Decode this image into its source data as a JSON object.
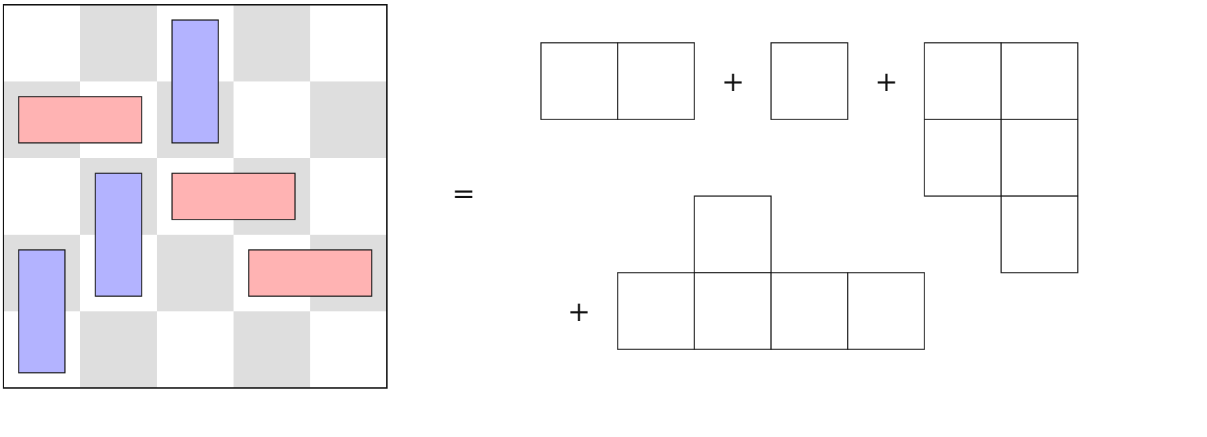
{
  "colors": {
    "light_square": "#ffffff",
    "dark_square": "#dedede",
    "horizontal_domino": "#ffb3b3",
    "vertical_domino": "#b3b3ff",
    "outline": "#111111"
  },
  "board": {
    "rows": 5,
    "cols": 5,
    "dominoes": [
      {
        "row": 0,
        "col": 2,
        "orientation": "vertical"
      },
      {
        "row": 1,
        "col": 0,
        "orientation": "horizontal"
      },
      {
        "row": 2,
        "col": 1,
        "orientation": "vertical"
      },
      {
        "row": 2,
        "col": 2,
        "orientation": "horizontal"
      },
      {
        "row": 3,
        "col": 0,
        "orientation": "vertical"
      },
      {
        "row": 3,
        "col": 3,
        "orientation": "horizontal"
      }
    ]
  },
  "equation": {
    "equals": "=",
    "plus_1": "+",
    "plus_2": "+",
    "plus_3": "+"
  },
  "pieces": [
    {
      "name": "two-cell-row",
      "cells": [
        [
          0,
          0
        ],
        [
          0,
          1
        ]
      ]
    },
    {
      "name": "single-cell",
      "cells": [
        [
          0,
          0
        ]
      ]
    },
    {
      "name": "l-shape",
      "cells": [
        [
          0,
          0
        ],
        [
          0,
          1
        ],
        [
          1,
          0
        ],
        [
          1,
          1
        ],
        [
          2,
          1
        ]
      ]
    },
    {
      "name": "t-shape",
      "cells": [
        [
          0,
          1
        ],
        [
          1,
          0
        ],
        [
          1,
          1
        ],
        [
          1,
          2
        ],
        [
          1,
          3
        ]
      ]
    }
  ]
}
